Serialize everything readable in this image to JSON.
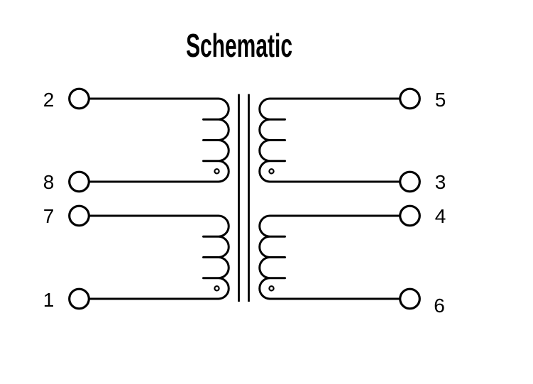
{
  "title": "Schematic",
  "colors": {
    "ink": "#000000",
    "background": "#ffffff"
  },
  "pins": {
    "left": [
      {
        "label": "2"
      },
      {
        "label": "8"
      },
      {
        "label": "7"
      },
      {
        "label": "1"
      }
    ],
    "right": [
      {
        "label": "5"
      },
      {
        "label": "3"
      },
      {
        "label": "4"
      },
      {
        "label": "6"
      }
    ]
  },
  "windings": [
    {
      "name": "top-left",
      "top_pin": "2",
      "bottom_pin": "8",
      "polarity_dot_at": "8"
    },
    {
      "name": "top-right",
      "top_pin": "5",
      "bottom_pin": "3",
      "polarity_dot_at": "3"
    },
    {
      "name": "bottom-left",
      "top_pin": "7",
      "bottom_pin": "1",
      "polarity_dot_at": "1"
    },
    {
      "name": "bottom-right",
      "top_pin": "4",
      "bottom_pin": "6",
      "polarity_dot_at": "6"
    }
  ]
}
